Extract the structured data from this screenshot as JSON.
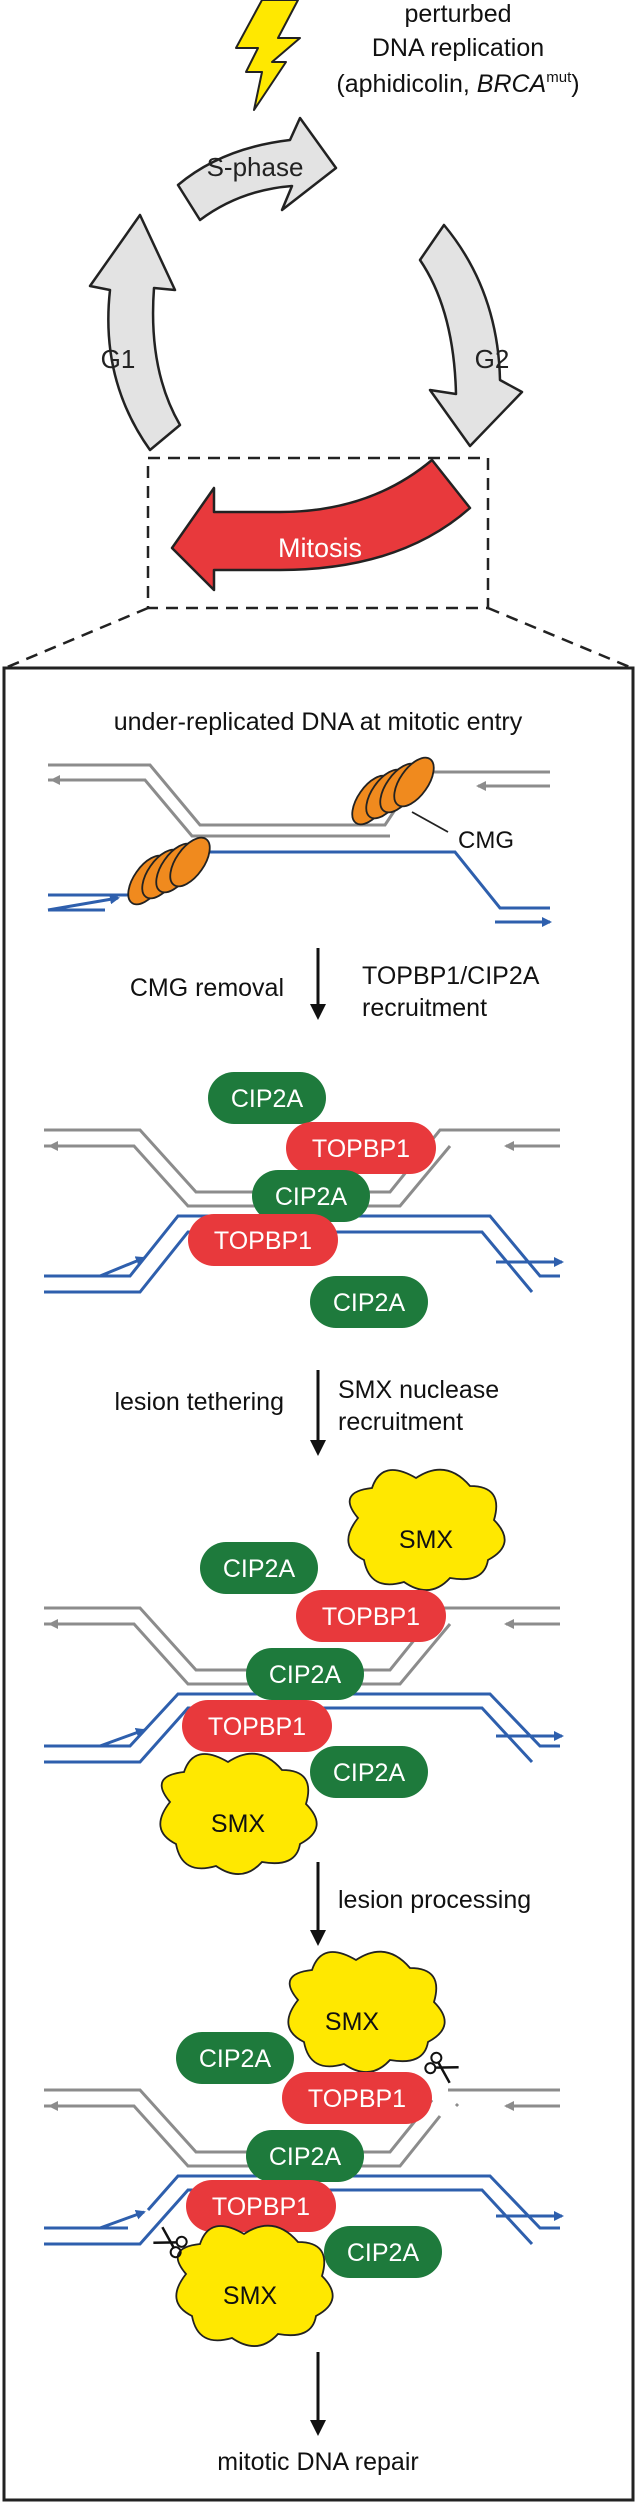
{
  "header": {
    "perturbation_line1": "perturbed",
    "perturbation_line2": "DNA replication",
    "perturbation_line3_pre": "(aphidicolin, ",
    "perturbation_line3_gene": "BRCA",
    "perturbation_line3_sup": "mut",
    "perturbation_line3_post": ")"
  },
  "cell_cycle": {
    "s_phase": "S-phase",
    "g1": "G1",
    "g2": "G2",
    "mitosis": "Mitosis"
  },
  "panel": {
    "title": "under-replicated DNA at mitotic entry",
    "cmg": "CMG",
    "step1_left": "CMG removal",
    "step1_right_line1": "TOPBP1/CIP2A",
    "step1_right_line2": "recruitment",
    "step2_left": "lesion tethering",
    "step2_right_line1": "SMX nuclease",
    "step2_right_line2": "recruitment",
    "step3_right": "lesion processing",
    "final": "mitotic DNA repair"
  },
  "proteins": {
    "cip2a": "CIP2A",
    "topbp1": "TOPBP1",
    "smx": "SMX"
  },
  "colors": {
    "grey_strand": "#8c8c8c",
    "blue_strand": "#2e5fad",
    "cip2a_green": "#1e7a3c",
    "topbp1_red": "#e8393c",
    "smx_yellow": "#ffe800",
    "cmg_orange": "#f08a1e",
    "mitosis_red": "#e8393c",
    "phase_grey": "#e3e3e3",
    "bolt_yellow": "#ffe800"
  }
}
